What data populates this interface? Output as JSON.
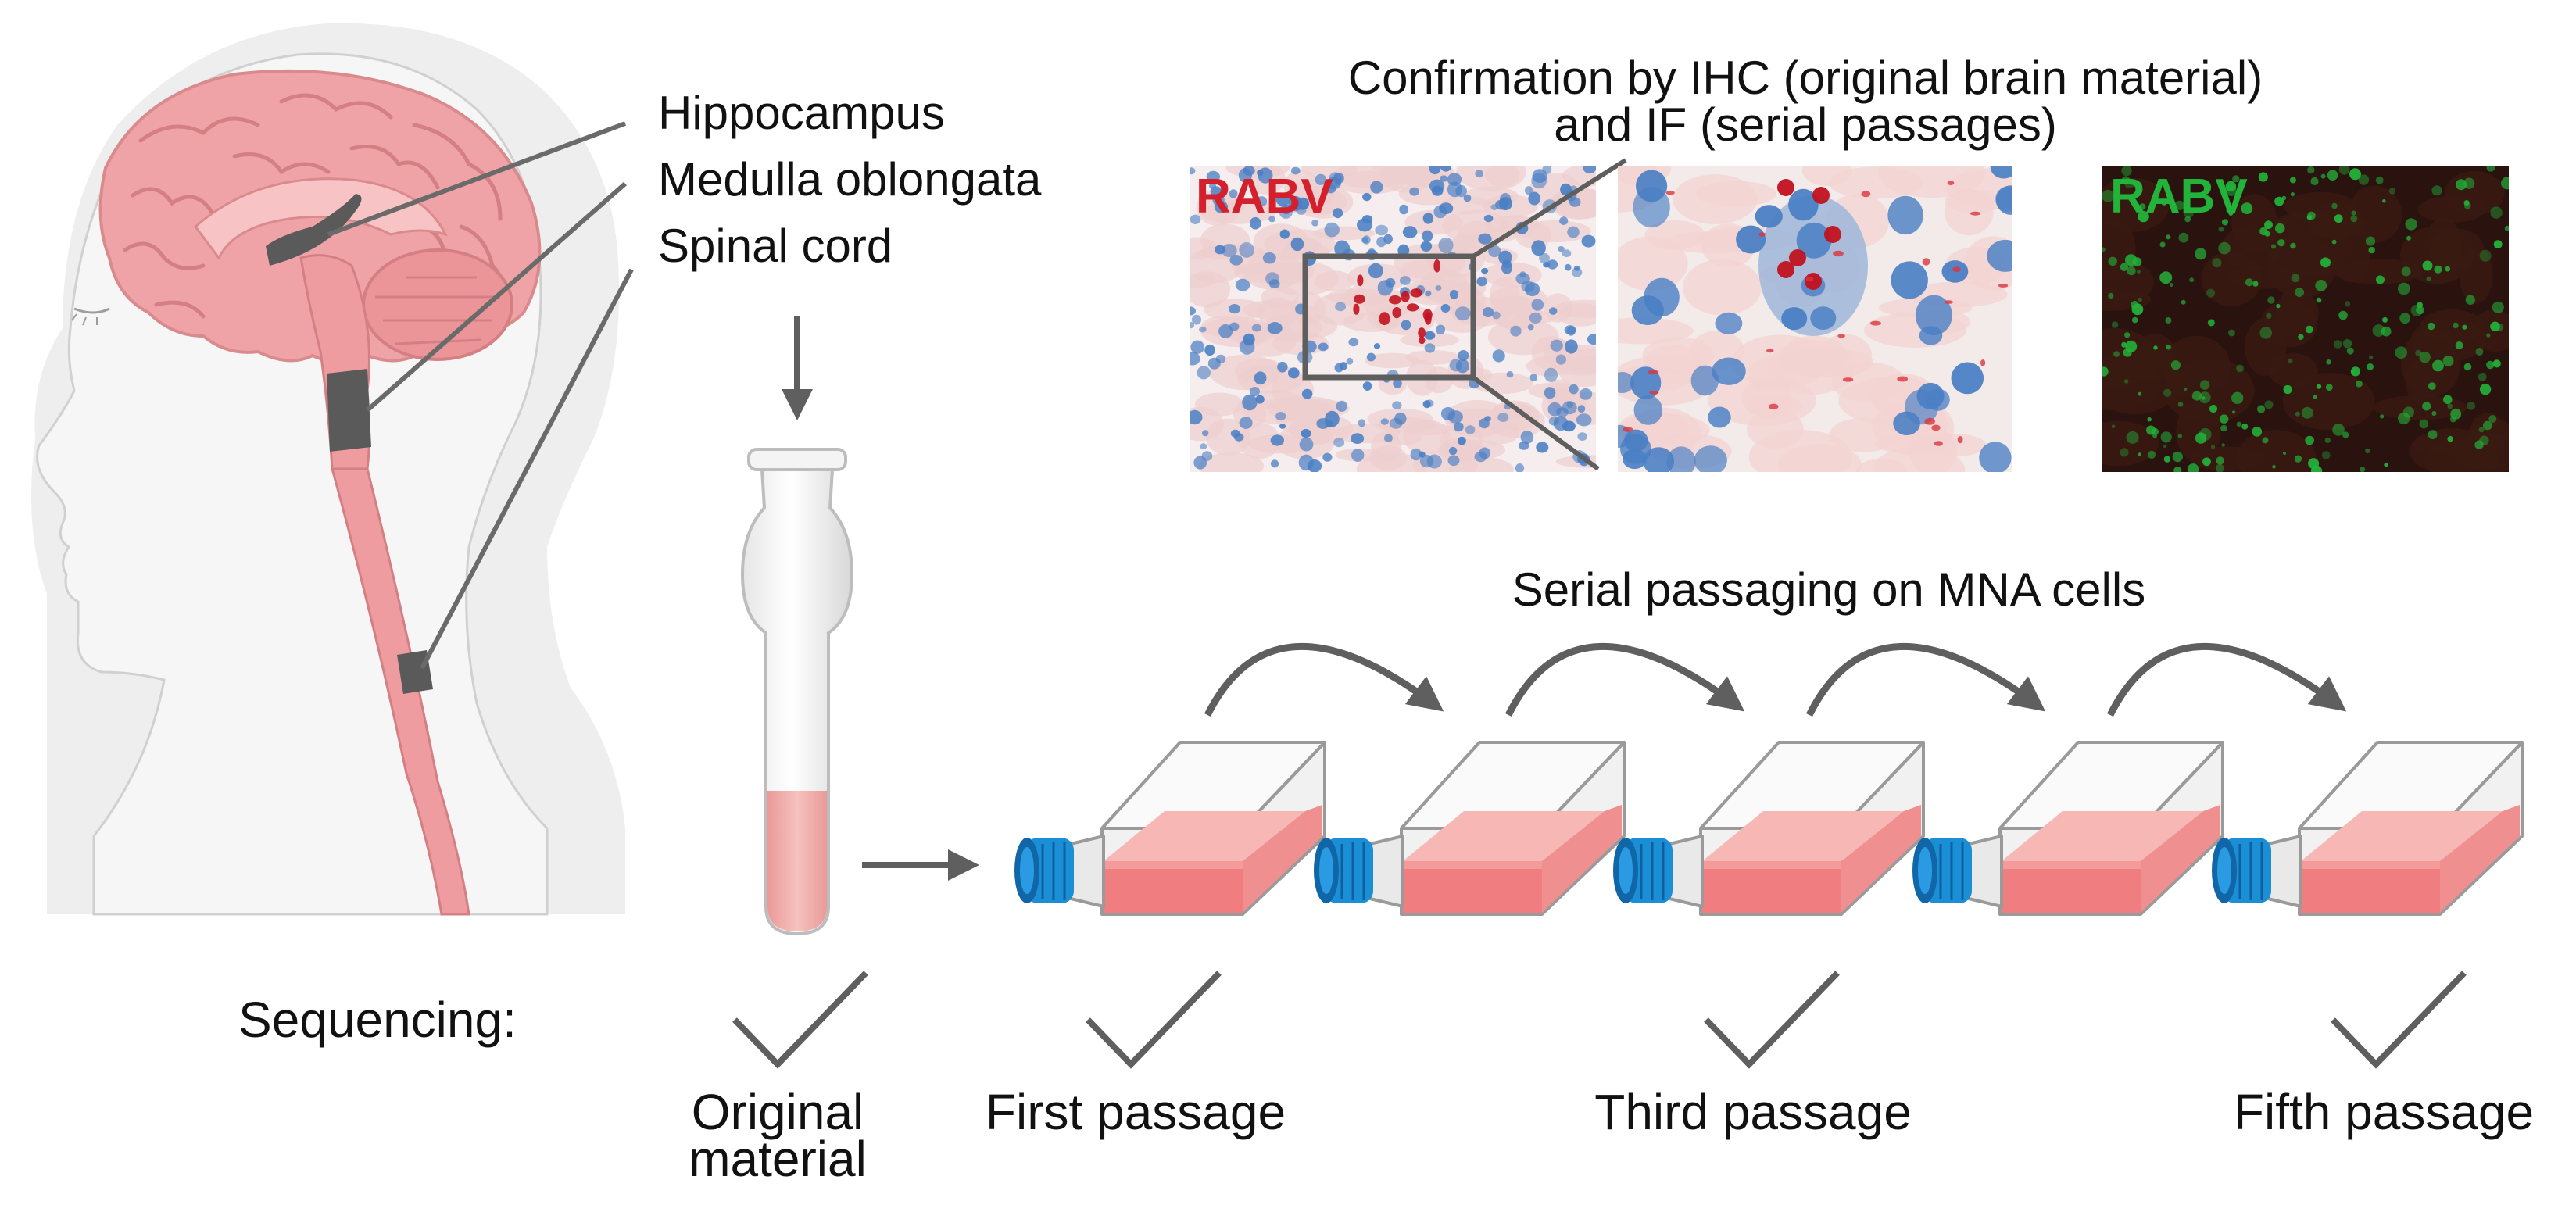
{
  "anatomy_labels": {
    "hippocampus": "Hippocampus",
    "medulla": "Medulla oblongata",
    "spinal_cord": "Spinal cord"
  },
  "confirmation_title": {
    "line1": "Confirmation by IHC (original brain material)",
    "line2": "and IF (serial passages)"
  },
  "micrographs": {
    "ihc_label": "RABV",
    "if_label": "RABV",
    "ihc_label_color": "#d4202c",
    "if_label_color": "#22b33a"
  },
  "serial_title": "Serial passaging on MNA cells",
  "sequencing_label": "Sequencing:",
  "checkpoints": [
    {
      "line1": "Original",
      "line2": "material"
    },
    {
      "line1": "First passage",
      "line2": ""
    },
    {
      "line1": "Third passage",
      "line2": ""
    },
    {
      "line1": "Fifth passage",
      "line2": ""
    }
  ],
  "colors": {
    "arrow_gray": "#5f5f5f",
    "brain_pink": "#f0a3a6",
    "medium_red": "#f07d80",
    "cap_blue": "#1a8fd6",
    "ihc_stain_red": "#c1121f",
    "ihc_nuclei_blue": "#4a7fc4",
    "if_green": "#22b33a"
  }
}
